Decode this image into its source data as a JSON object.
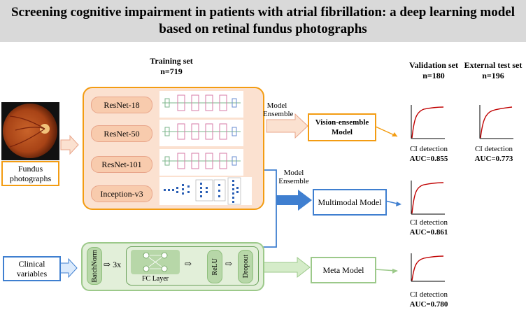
{
  "title": {
    "line1": "Screening cognitive impairment in patients with atrial fibrillation: a deep learning model",
    "line2": "based on retinal fundus photographs"
  },
  "training": {
    "label": "Training set",
    "n": "n=719"
  },
  "validation": {
    "label": "Validation set",
    "n": "n=180"
  },
  "external": {
    "label": "External test set",
    "n": "n=196"
  },
  "inputs": {
    "fundus": "Fundus photographs",
    "clinical": "Clinical variables"
  },
  "backbones": [
    "ResNet-18",
    "ResNet-50",
    "ResNet-101",
    "Inception-v3"
  ],
  "ensemble_label_1": "Model Ensemble",
  "ensemble_label_2": "Model Ensemble",
  "models": {
    "vision": "Vision-ensemble Model",
    "multimodal": "Multimodal Model",
    "meta": "Meta Model"
  },
  "clinical_pipeline": {
    "batchnorm": "BatchNorm",
    "repeat": "3x",
    "fc_layer": "FC Layer",
    "relu": "ReLU",
    "dropout": "Dropout"
  },
  "results": {
    "vision_val": {
      "task": "CI detection",
      "auc": "AUC=0.855"
    },
    "vision_ext": {
      "task": "CI detection",
      "auc": "AUC=0.773"
    },
    "multimodal_val": {
      "task": "CI detection",
      "auc": "AUC=0.861"
    },
    "meta_val": {
      "task": "CI detection",
      "auc": "AUC=0.780"
    }
  },
  "colors": {
    "orange": "#f39c12",
    "peach": "#f8cbad",
    "blue": "#3f7fd0",
    "green": "#9cc98a",
    "roc": "#c00000"
  }
}
